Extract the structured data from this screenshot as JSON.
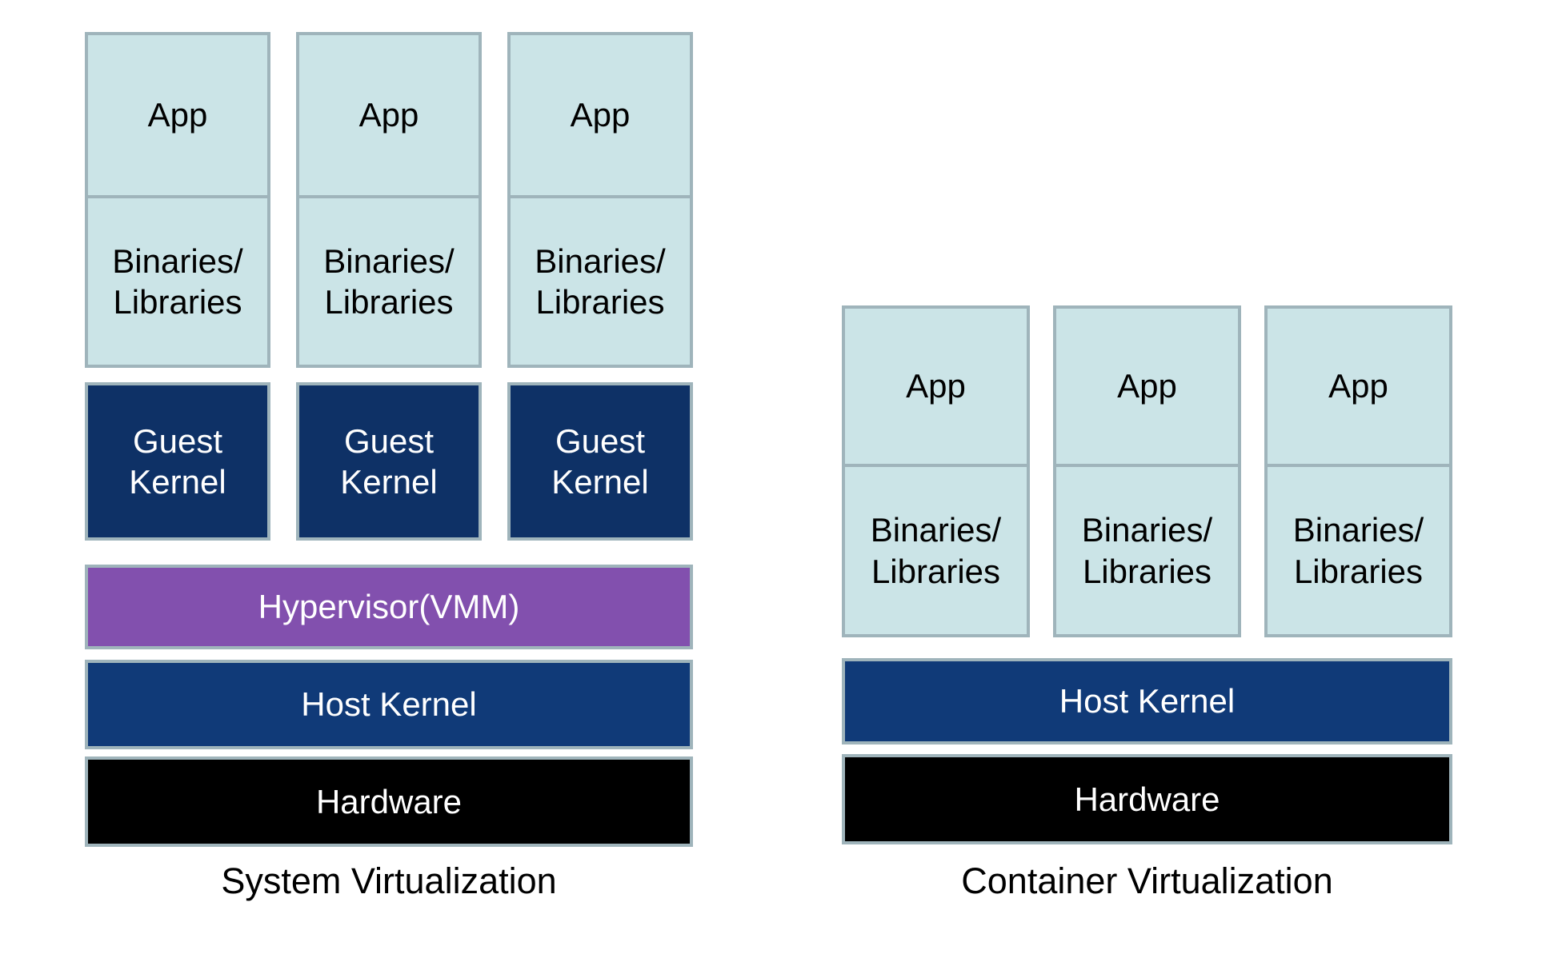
{
  "left_stack": {
    "caption": "System Virtualization",
    "columns": [
      {
        "app": "App",
        "libs": [
          "Binaries/",
          "Libraries"
        ],
        "kernel": [
          "Guest",
          "Kernel"
        ]
      },
      {
        "app": "App",
        "libs": [
          "Binaries/",
          "Libraries"
        ],
        "kernel": [
          "Guest",
          "Kernel"
        ]
      },
      {
        "app": "App",
        "libs": [
          "Binaries/",
          "Libraries"
        ],
        "kernel": [
          "Guest",
          "Kernel"
        ]
      }
    ],
    "hypervisor": "Hypervisor(VMM)",
    "host_kernel": "Host Kernel",
    "hardware": "Hardware"
  },
  "right_stack": {
    "caption": "Container Virtualization",
    "columns": [
      {
        "app": "App",
        "libs": [
          "Binaries/",
          "Libraries"
        ]
      },
      {
        "app": "App",
        "libs": [
          "Binaries/",
          "Libraries"
        ]
      },
      {
        "app": "App",
        "libs": [
          "Binaries/",
          "Libraries"
        ]
      }
    ],
    "host_kernel": "Host Kernel",
    "hardware": "Hardware"
  },
  "colors": {
    "box_fill_light": "#cbe4e7",
    "box_border": "#9fb4bb",
    "kernel_navy": "#0e3166",
    "host_navy": "#103a78",
    "hypervisor_purple": "#8250ae",
    "hardware_black": "#000000",
    "text_dark": "#000000",
    "text_light": "#ffffff",
    "background": "#ffffff"
  }
}
